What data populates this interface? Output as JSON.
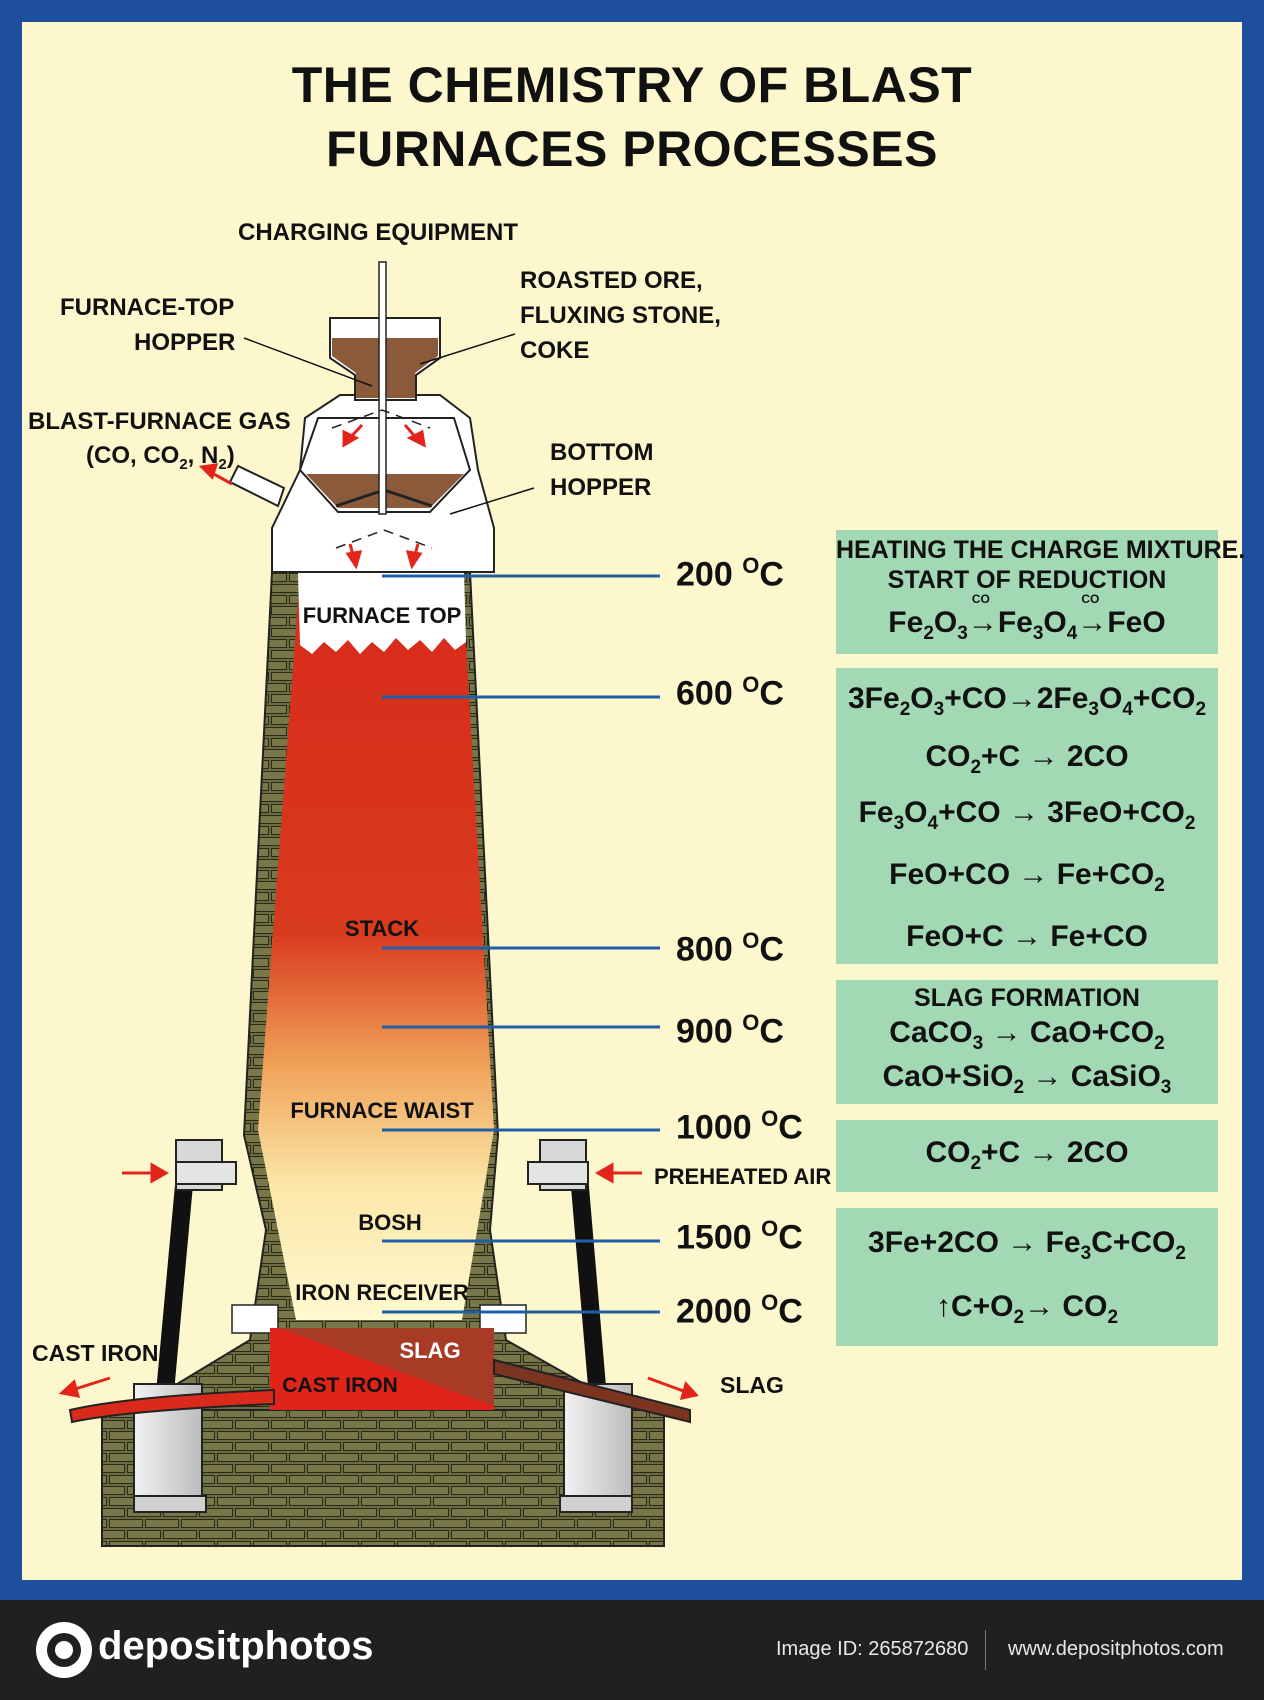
{
  "title_line1": "THE CHEMISTRY OF BLAST",
  "title_line2": "FURNACES PROCESSES",
  "callouts": {
    "charging_equipment": "CHARGING EQUIPMENT",
    "furnace_top_hopper_1": "FURNACE-TOP",
    "furnace_top_hopper_2": "HOPPER",
    "roasted_ore_1": "ROASTED ORE,",
    "roasted_ore_2": "FLUXING STONE,",
    "roasted_ore_3": "COKE",
    "gas_1": "BLAST-FURNACE GAS",
    "gas_2_a": "(CO, CO",
    "gas_2_b": "2",
    "gas_2_c": ", N",
    "gas_2_d": "2",
    "gas_2_e": ")",
    "bottom_hopper_1": "BOTTOM",
    "bottom_hopper_2": "HOPPER",
    "preheated_air": "PREHEATED AIR",
    "cast_iron_out": "CAST IRON",
    "slag_out": "SLAG"
  },
  "zones": {
    "furnace_top": "FURNACE TOP",
    "stack": "STACK",
    "furnace_waist": "FURNACE WAIST",
    "bosh": "BOSH",
    "iron_receiver": "IRON RECEIVER",
    "slag": "SLAG",
    "cast_iron": "CAST IRON"
  },
  "temperatures": [
    {
      "value": "200",
      "unit": "C"
    },
    {
      "value": "600",
      "unit": "C"
    },
    {
      "value": "800",
      "unit": "C"
    },
    {
      "value": "900",
      "unit": "C"
    },
    {
      "value": "1000",
      "unit": "C"
    },
    {
      "value": "1500",
      "unit": "C"
    },
    {
      "value": "2000",
      "unit": "C"
    }
  ],
  "degree_mark": "O",
  "reaction_boxes": {
    "b1_head1": "HEATING THE CHARGE MIXTURE.",
    "b1_head2": "START OF REDUCTION",
    "b1_arrow_label": "CO",
    "b3_head": "SLAG FORMATION"
  },
  "colors": {
    "background": "#fdf7cd",
    "frame": "#1d4f9e",
    "box": "#a3d8b5",
    "brick": "#6b6b41",
    "hot_red": "#d92a1c",
    "coke": "#8a5a3a",
    "guide_line": "#1f5fa8",
    "footer": "#202020"
  },
  "footer": {
    "brand": "depositphotos",
    "image_id": "Image ID: 265872680",
    "url": "www.depositphotos.com"
  }
}
